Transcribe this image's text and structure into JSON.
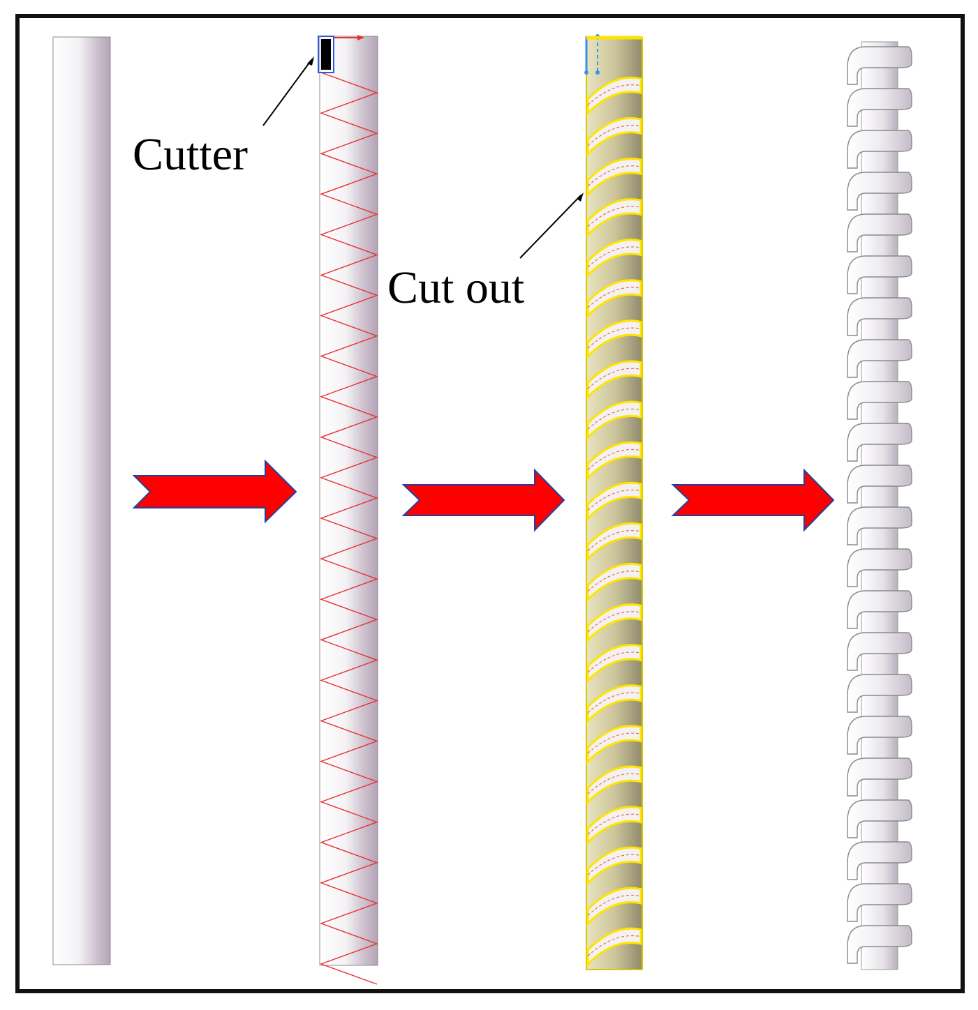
{
  "labels": {
    "cutter": "Cutter",
    "cut_out": "Cut out"
  },
  "stages": [
    {
      "name": "plain-rod"
    },
    {
      "name": "rod-with-helix-path"
    },
    {
      "name": "rod-with-cut-out"
    },
    {
      "name": "final-helical-screw"
    }
  ],
  "colors": {
    "arrow_fill": "#ff0000",
    "arrow_stroke": "#2040a0",
    "helix_path": "#e83030",
    "cut_highlight": "#ffe400",
    "cut_rod": "#c9c39a",
    "rod_light": "#ffffff",
    "rod_dark": "#b8a8bb",
    "frame": "#111111"
  },
  "helix_turns": 22
}
